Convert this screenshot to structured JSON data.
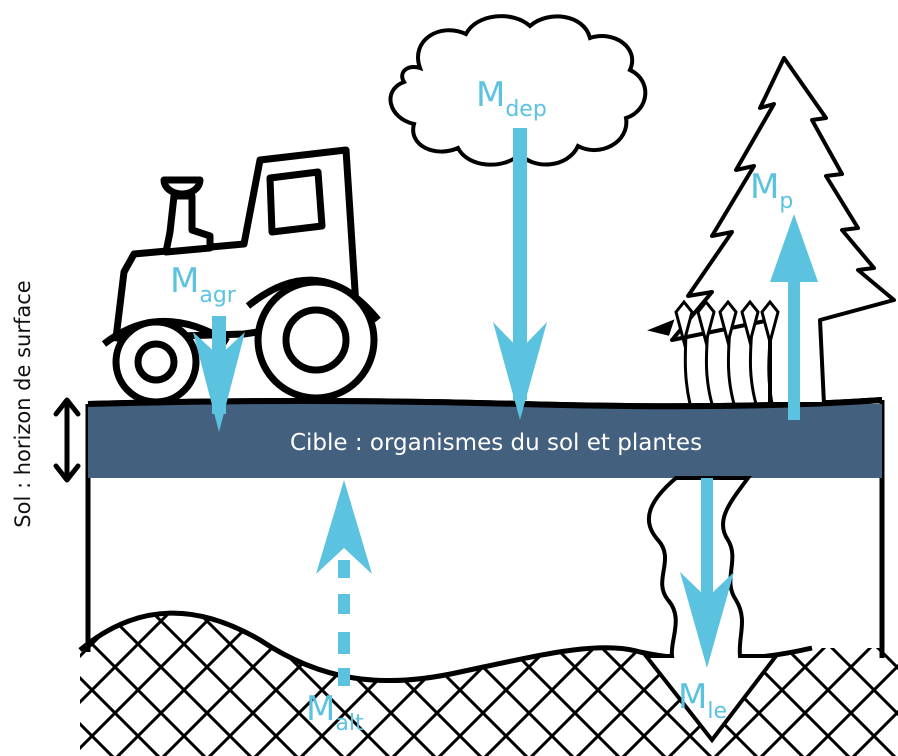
{
  "colors": {
    "arrow": "#5bc2df",
    "band": "#44607f",
    "outline": "#000000",
    "background": "#ffffff"
  },
  "labels": {
    "target_band": "Cible : organismes du sol et plantes",
    "soil_axis": "Sol : horizon de surface"
  },
  "fluxes": [
    {
      "id": "agr",
      "main": "M",
      "sub": "agr"
    },
    {
      "id": "dep",
      "main": "M",
      "sub": "dep"
    },
    {
      "id": "p",
      "main": "M",
      "sub": "p"
    },
    {
      "id": "alt",
      "main": "M",
      "sub": "alt"
    },
    {
      "id": "le",
      "main": "M",
      "sub": "le"
    }
  ],
  "icons": {
    "tractor": "tractor-icon",
    "cloud": "cloud-icon",
    "tree": "tree-icon",
    "crops": "wheat-icon",
    "bedrock": "bedrock-hatching",
    "leaching": "leaching-channel"
  }
}
